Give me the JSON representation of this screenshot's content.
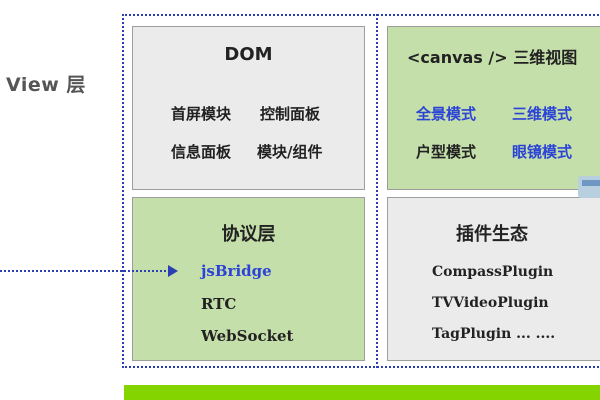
{
  "view_layer": {
    "label": "View 层"
  },
  "dom_box": {
    "title": "DOM",
    "items": [
      "首屏模块",
      "控制面板",
      "信息面板",
      "模块/组件"
    ]
  },
  "canvas_box": {
    "title": "<canvas />  三维视图",
    "items": [
      "全景模式",
      "三维模式",
      "户型模式",
      "眼镜模式"
    ]
  },
  "protocol_box": {
    "title": "协议层",
    "items": [
      "jsBridge",
      "RTC",
      "WebSocket"
    ]
  },
  "plugin_box": {
    "title": "插件生态",
    "items": [
      "CompassPlugin",
      "TVVideoPlugin",
      "TagPlugin ... ...."
    ]
  },
  "colors": {
    "accent_blue": "#2b43d6",
    "box_green": "#c4dfa9",
    "box_gray": "#ebebeb",
    "bar_green": "#84d400"
  }
}
